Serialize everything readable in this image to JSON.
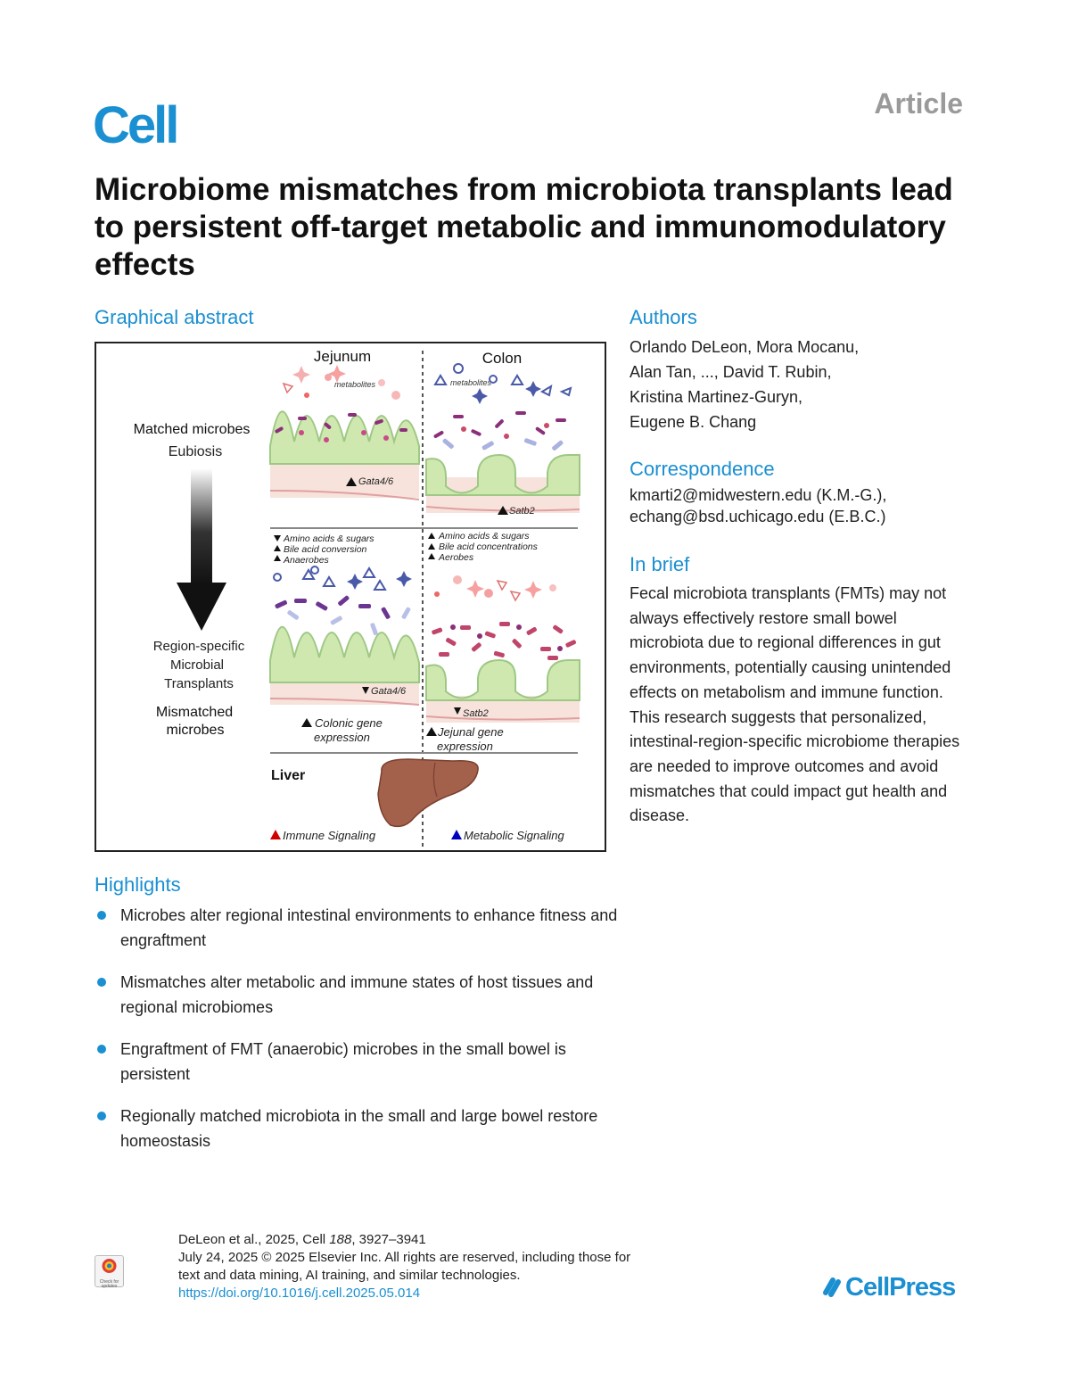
{
  "journal": {
    "logo": "Cell",
    "article_type": "Article"
  },
  "title": "Microbiome mismatches from microbiota transplants lead to persistent off-target metabolic and immunomodulatory effects",
  "graphical_abstract": {
    "heading": "Graphical abstract",
    "col_jejunum": "Jejunum",
    "col_colon": "Colon",
    "metabolites": "metabolites",
    "matched_title": "Matched microbes",
    "matched_sub": "Eubiosis",
    "region_specific": [
      "Region-specific",
      "Microbial",
      "Transplants"
    ],
    "mismatched": [
      "Mismatched",
      "microbes"
    ],
    "gata_top": "Gata4/6",
    "satb_top": "Satb2",
    "jej_notes": [
      "Amino acids & sugars",
      "Bile acid conversion",
      "Anaerobes"
    ],
    "col_notes": [
      "Amino acids & sugars",
      "Bile acid concentrations",
      "Aerobes"
    ],
    "gata_bottom": "Gata4/6",
    "satb_bottom": "Satb2",
    "colonic_expr": [
      "Colonic gene",
      "expression"
    ],
    "jejunal_expr": [
      "Jejunal gene",
      "expression"
    ],
    "liver": "Liver",
    "immune": "Immune Signaling",
    "metabolic": "Metabolic Signaling",
    "colors": {
      "villus": "#cfe8b0",
      "tissue": "#f7e3dc",
      "liver": "#a3604a",
      "immune_arrow": "#d10000",
      "metabolic_arrow": "#0000c0"
    }
  },
  "authors": {
    "heading": "Authors",
    "lines": [
      "Orlando DeLeon, Mora Mocanu,",
      "Alan Tan, ..., David T. Rubin,",
      "Kristina Martinez-Guryn,",
      "Eugene B. Chang"
    ]
  },
  "correspondence": {
    "heading": "Correspondence",
    "lines": [
      "kmarti2@midwestern.edu (K.M.-G.),",
      "echang@bsd.uchicago.edu (E.B.C.)"
    ]
  },
  "in_brief": {
    "heading": "In brief",
    "text": "Fecal microbiota transplants (FMTs) may not always effectively restore small bowel microbiota due to regional differences in gut environments, potentially causing unintended effects on metabolism and immune function. This research suggests that personalized, intestinal-region-specific microbiome therapies are needed to improve outcomes and avoid mismatches that could impact gut health and disease."
  },
  "highlights": {
    "heading": "Highlights",
    "items": [
      "Microbes alter regional intestinal environments to enhance fitness and engraftment",
      "Mismatches alter metabolic and immune states of host tissues and regional microbiomes",
      "Engraftment of FMT (anaerobic) microbes in the small bowel is persistent",
      "Regionally matched microbiota in the small and large bowel restore homeostasis"
    ]
  },
  "footer": {
    "citation_prefix": "DeLeon et al., 2025, Cell ",
    "volume": "188",
    "pages": ", 3927–3941",
    "line2": "July 24, 2025 © 2025 Elsevier Inc. All rights are reserved, including those for",
    "line3": "text and data mining, AI training, and similar technologies.",
    "doi": "https://doi.org/10.1016/j.cell.2025.05.014",
    "check_badge": "Check for updates",
    "cellpress": "CellPress"
  }
}
